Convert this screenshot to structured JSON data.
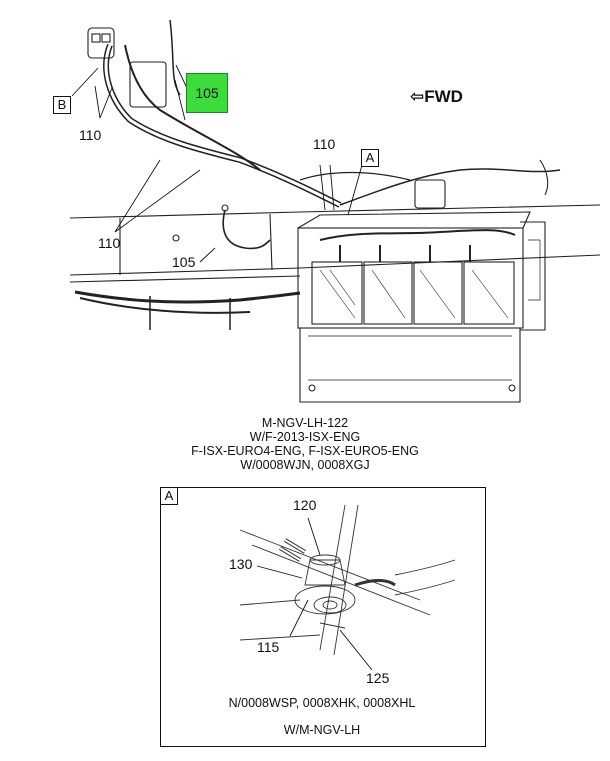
{
  "main_view": {
    "callout_b": "B",
    "callout_a": "A",
    "labels": {
      "l105_highlight": "105",
      "l110_top_left": "110",
      "l110_top_right": "110",
      "l110_bottom_left": "110",
      "l105_lower": "105"
    },
    "fwd": "FWD",
    "fwd_arrow": "⇦"
  },
  "caption": {
    "line1": "M-NGV-LH-122",
    "line2": "W/F-2013-ISX-ENG",
    "line3": "F-ISX-EURO4-ENG, F-ISX-EURO5-ENG",
    "line4": "W/0008WJN, 0008XGJ"
  },
  "detail_a": {
    "title": "A",
    "labels": {
      "l120": "120",
      "l130": "130",
      "l115": "115",
      "l125": "125"
    },
    "note1": "N/0008WSP, 0008XHK, 0008XHL",
    "note2": "W/M-NGV-LH"
  },
  "colors": {
    "highlight": "#3cdc3c",
    "line": "#111111"
  }
}
